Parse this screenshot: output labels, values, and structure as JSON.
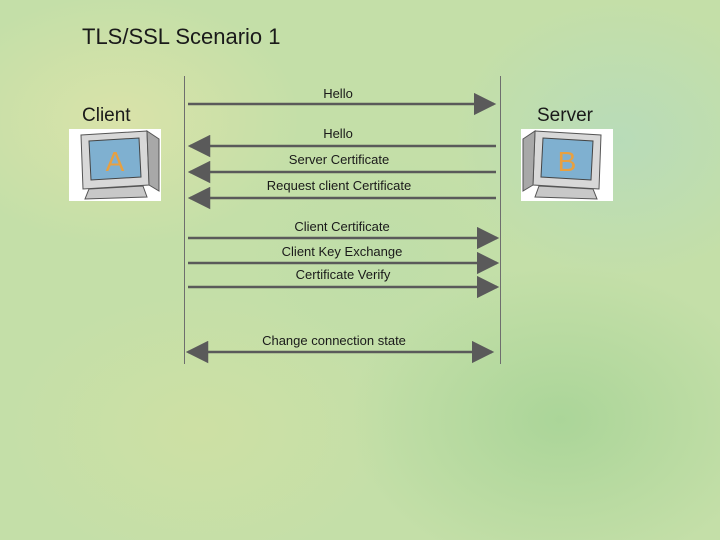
{
  "title": "TLS/SSL Scenario 1",
  "client": {
    "label": "Client",
    "icon_letter": "A",
    "icon": "computer-icon"
  },
  "server": {
    "label": "Server",
    "icon_letter": "B",
    "icon": "computer-icon"
  },
  "messages": [
    {
      "label": "Hello",
      "direction": "client-to-server"
    },
    {
      "label": "Hello",
      "direction": "server-to-client"
    },
    {
      "label": "Server Certificate",
      "direction": "server-to-client"
    },
    {
      "label": "Request client Certificate",
      "direction": "server-to-client"
    },
    {
      "label": "Client Certificate",
      "direction": "client-to-server"
    },
    {
      "label": "Client Key Exchange",
      "direction": "client-to-server"
    },
    {
      "label": "Certificate Verify",
      "direction": "client-to-server"
    },
    {
      "label": "Change connection state",
      "direction": "both"
    }
  ],
  "colors": {
    "arrow": "#5a5a5a",
    "letter": "#e8a040",
    "screen": "#7fb0d0"
  }
}
